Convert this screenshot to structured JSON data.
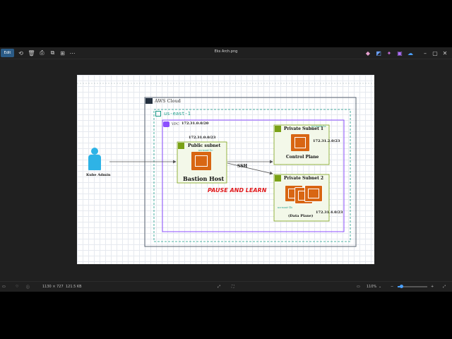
{
  "window": {
    "title": "Eks Arch.png"
  },
  "toolbar": {
    "edit_label": "Edit",
    "left_icons": [
      "rotate-icon",
      "delete-icon",
      "print-icon",
      "crop-icon",
      "more-icon"
    ],
    "right_icons": [
      "copilot-icon",
      "share-icon",
      "sparkle-icon",
      "photos-icon",
      "onedrive-icon"
    ]
  },
  "status": {
    "dimensions": "1130 × 727",
    "size": "121.5 KB",
    "zoom": "110%"
  },
  "diagram": {
    "aws_cloud": "AWS Cloud",
    "region": "us-east-1",
    "vpc_label": "VPC",
    "vpc_cidr": "172.31.0.0/20",
    "public_subnet_cidr": "172.31.0.0/23",
    "public_subnet_title": "Public subnet",
    "public_subnet_az": "us-east-1c",
    "bastion_host": "Bastion Host",
    "kube_admin": "Kube Admin",
    "ssh": "SSH",
    "private1_title": "Private Subnet 1",
    "private1_az": "us-east-1a",
    "private1_cidr": "172.31.2.0/23",
    "control_plane": "Control Plane",
    "private2_title": "Private Subnet 2",
    "private2_az": "us-east-1b",
    "private2_cidr": "172.31.4.0/23",
    "data_plane": "(Data Plane)",
    "overlay": "PAUSE AND LEARN"
  },
  "colors": {
    "chip": "#d86613",
    "lock_green": "#7aa116",
    "vpc_purple": "#8c4fff",
    "region_teal": "#1a9c88",
    "overlay_red": "#e0181b",
    "admin_blue": "#2eb3e6"
  }
}
